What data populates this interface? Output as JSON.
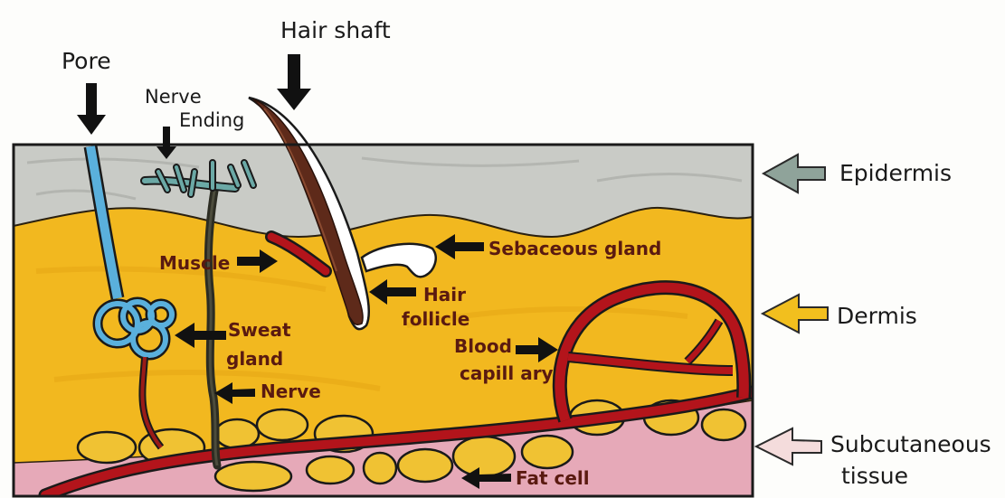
{
  "labels": {
    "pore": "Pore",
    "nerve_ending_1": "Nerve",
    "nerve_ending_2": "Ending",
    "hair_shaft": "Hair shaft",
    "epidermis": "Epidermis",
    "sebaceous_gland": "Sebaceous gland",
    "muscle": "Muscle",
    "hair_follicle_1": "Hair",
    "hair_follicle_2": "follicle",
    "dermis": "Dermis",
    "sweat_gland_1": "Sweat",
    "sweat_gland_2": "gland",
    "blood_capillary_1": "Blood",
    "blood_capillary_2": "capill ary",
    "nerve": "Nerve",
    "subcutaneous_1": "Subcutaneous",
    "subcutaneous_2": "tissue",
    "fat_cell": "Fat cell"
  },
  "colors": {
    "epidermis": "#c9cbc6",
    "dermis": "#f2b81f",
    "subcutaneous": "#e6a9b8",
    "fat_cell": "#f0c233",
    "blood": "#b3141b",
    "hair": "#5e2a1a",
    "sweat_duct": "#5ab0dc",
    "nerve": "#2c2c22",
    "sebaceous": "#ffffff",
    "outline": "#1a1a1a",
    "arrow": "#111111",
    "epidermis_arrow": "#8fa39a",
    "dermis_arrow": "#f2bf1e",
    "subcutaneous_arrow": "#f4dcdc"
  }
}
